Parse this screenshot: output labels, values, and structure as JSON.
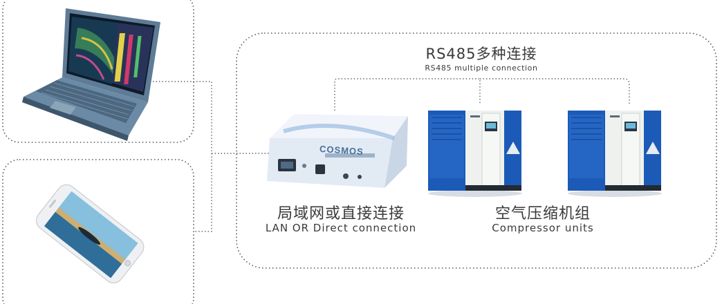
{
  "rs485": {
    "title": "RS485多种连接",
    "subtitle": "RS485 multiple connection"
  },
  "gateway": {
    "brand": "COSMOS",
    "label_cn": "局域网或直接连接",
    "label_en": "LAN OR Direct connection"
  },
  "compressors": {
    "label_cn": "空气压缩机组",
    "label_en": "Compressor units"
  },
  "colors": {
    "border_dots": "#4a5560",
    "compressor_blue": "#1c5ab8",
    "compressor_panel": "#eef1ee",
    "gateway_body": "#e9eff7",
    "laptop_body": "#4f6f8a",
    "phone_body": "#f2f3f5"
  },
  "icons": [
    "laptop-icon",
    "smartphone-icon",
    "gateway-device-icon",
    "air-compressor-icon"
  ]
}
